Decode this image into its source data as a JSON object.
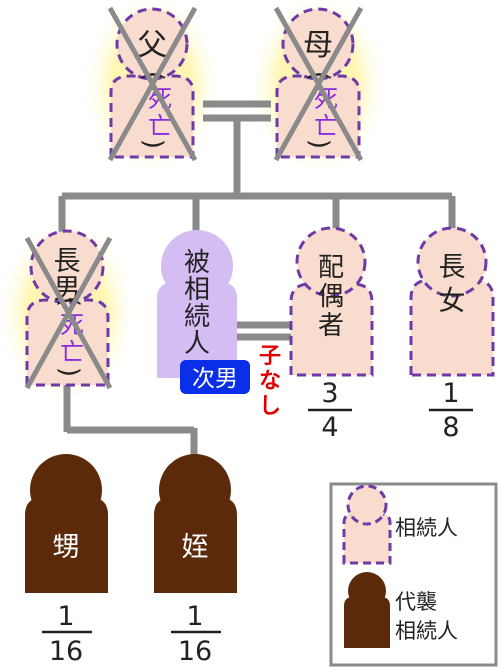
{
  "title": "",
  "colors": {
    "heir_fill": "#f8dccd",
    "heir_border": "#6f3aa8",
    "decedent_fill": "#d4bdf3",
    "representative_fill": "#5a2a0a",
    "line": "#8a8a8a",
    "glow": "#fff6b0",
    "deceased_text": "#8a2be2",
    "badge_bg": "#0b2ee8",
    "no_child_text": "#e00000"
  },
  "people": {
    "father": {
      "name": "父",
      "status": "死亡",
      "deceased": true
    },
    "mother": {
      "name": "母",
      "status": "死亡",
      "deceased": true
    },
    "eldest_son": {
      "name": "長男",
      "status": "死亡",
      "deceased": true
    },
    "decedent": {
      "name": "被相続人",
      "badge": "次男",
      "note": "子なし"
    },
    "spouse": {
      "name": "配偶者",
      "share_num": "3",
      "share_den": "4"
    },
    "eldest_daughter": {
      "name": "長女",
      "share_num": "1",
      "share_den": "8"
    },
    "nephew": {
      "name": "甥",
      "share_num": "1",
      "share_den": "16"
    },
    "niece": {
      "name": "姪",
      "share_num": "1",
      "share_den": "16"
    }
  },
  "legend": {
    "heir_label": "相続人",
    "rep_label_1": "代襲",
    "rep_label_2": "相続人"
  }
}
